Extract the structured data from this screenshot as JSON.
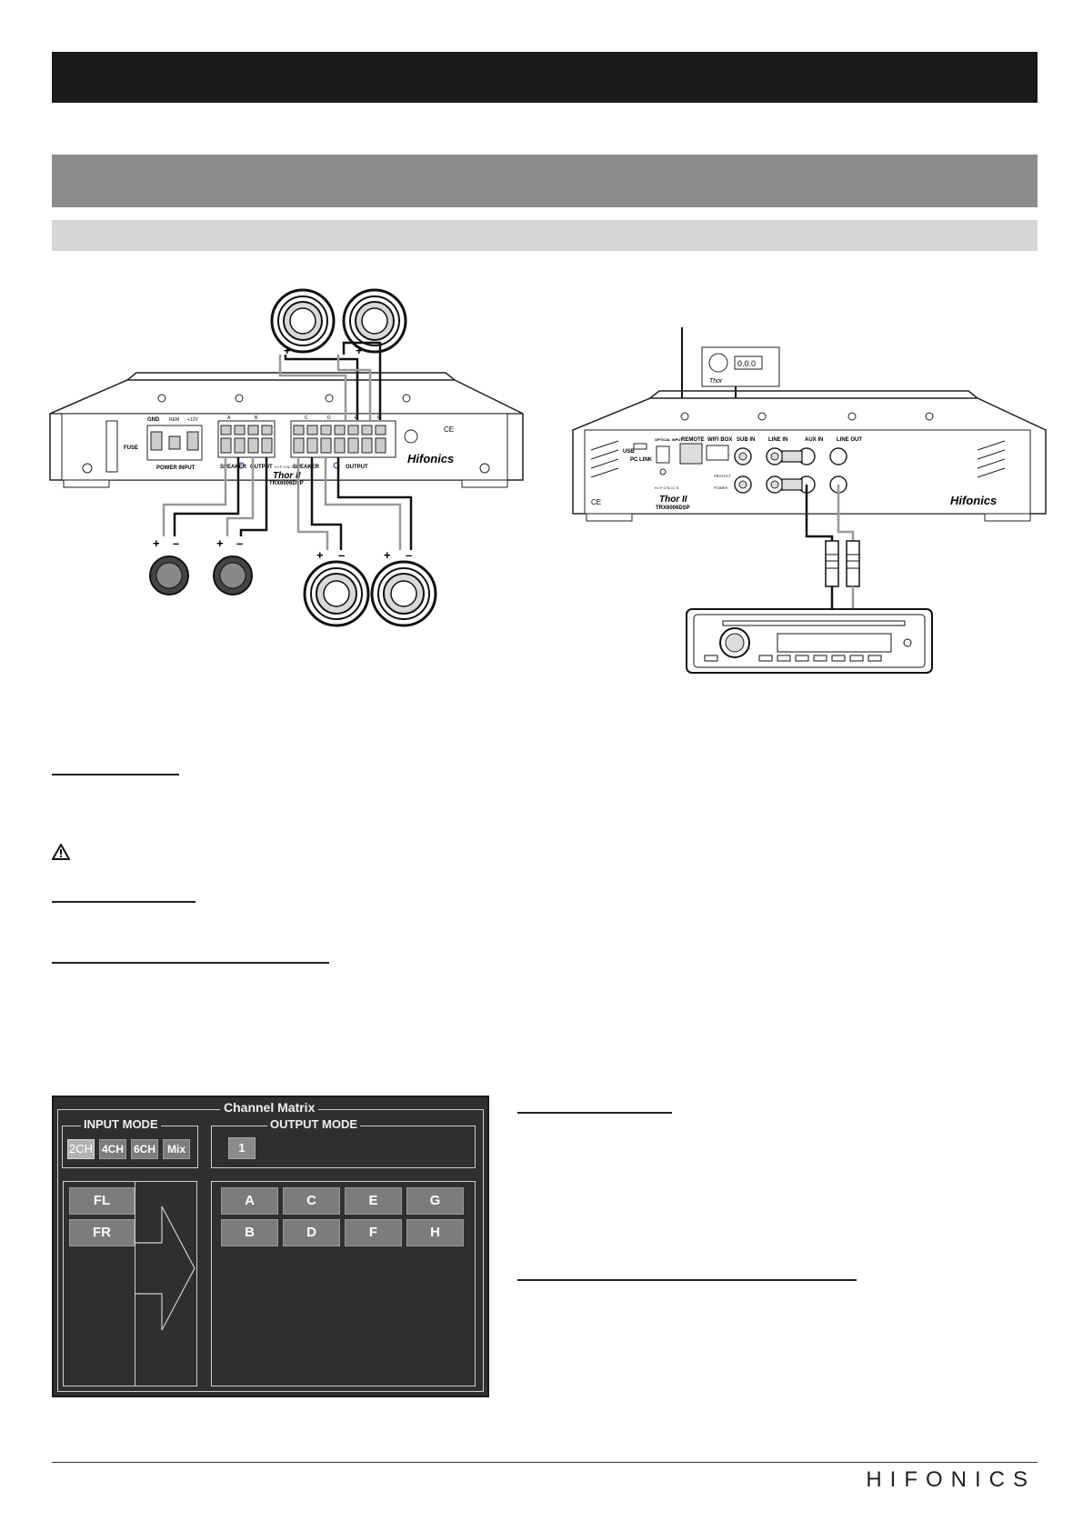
{
  "diagram_left": {
    "power_input": "POWER INPUT",
    "gnd": "GND",
    "rem": "REM",
    "plus12v": "+12V",
    "fuse": "FUSE",
    "speaker": "SPEAKER",
    "output": "OUTPUT",
    "brand_small": "HIFONICS",
    "model_script": "Thor II",
    "model": "TRX6006DSP",
    "ce": "CE",
    "logo": "Hifonics",
    "ch_a": "A",
    "ch_b": "B",
    "ch_c": "C",
    "ch_d": "D",
    "ch_e": "E",
    "ch_f": "F",
    "plus": "+",
    "minus": "–"
  },
  "diagram_right": {
    "usb": "USB",
    "pc_link": "PC LINK",
    "optical_input": "OPTICAL INPUT",
    "remote": "REMOTE",
    "wifi_box": "WIFI BOX",
    "sub_in": "SUB IN",
    "line_in": "LINE IN",
    "aux_in": "AUX IN",
    "line_out": "LINE OUT",
    "protect": "PROTECT",
    "power": "POWER",
    "brand_small": "HIFONICS",
    "model_script": "Thor II",
    "model": "TRX6006DSP",
    "ce": "CE",
    "logo": "Hifonics",
    "remote_display": "0.0.0",
    "remote_logo": "Thor"
  },
  "channel_matrix": {
    "title": "Channel Matrix",
    "input_mode_label": "INPUT MODE",
    "output_mode_label": "OUTPUT MODE",
    "input_modes": [
      "2CH",
      "4CH",
      "6CH",
      "Mix"
    ],
    "output_modes": [
      "1"
    ],
    "inputs": [
      "FL",
      "FR"
    ],
    "outputs_row1": [
      "A",
      "C",
      "E",
      "G"
    ],
    "outputs_row2": [
      "B",
      "D",
      "F",
      "H"
    ]
  },
  "footer": {
    "brand": "HIFONICS"
  }
}
